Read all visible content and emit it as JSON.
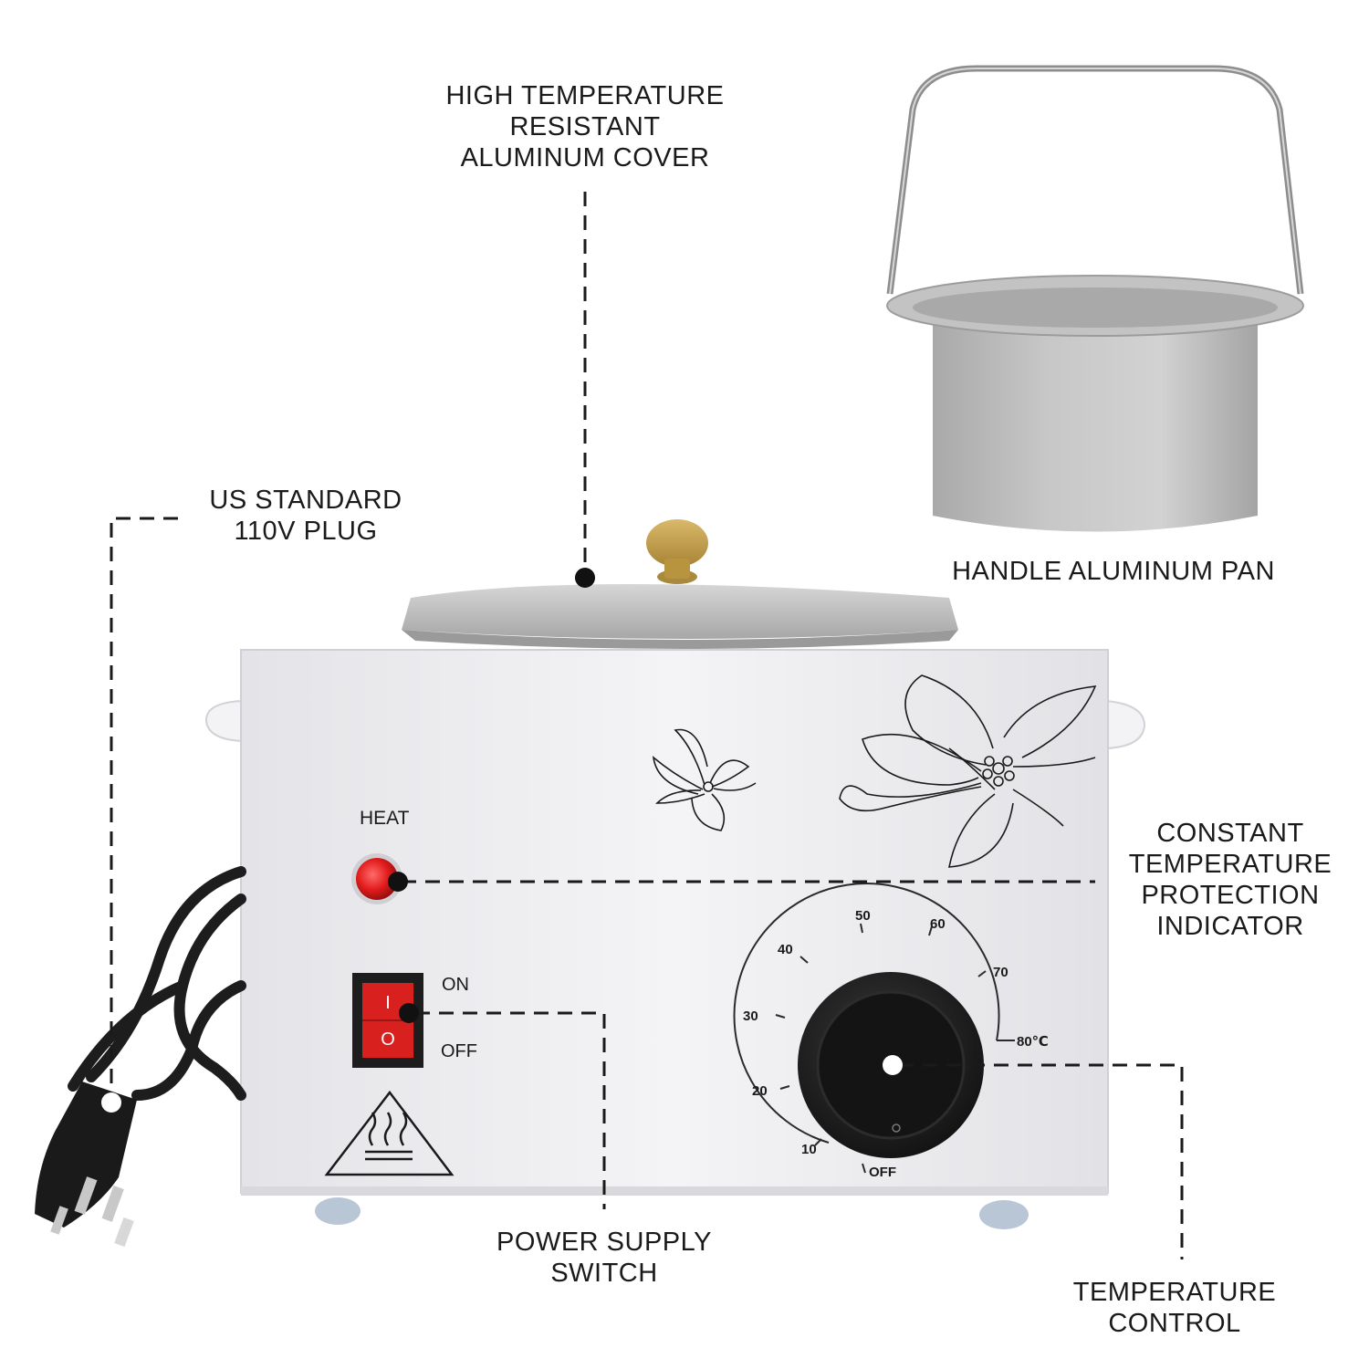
{
  "callouts": {
    "cover": [
      "HIGH TEMPERATURE",
      "RESISTANT",
      "ALUMINUM COVER"
    ],
    "plug": [
      "US STANDARD",
      "110V PLUG"
    ],
    "pan": [
      "HANDLE ALUMINUM PAN"
    ],
    "indicator": [
      "CONSTANT",
      "TEMPERATURE",
      "PROTECTION",
      "INDICATOR"
    ],
    "switch": [
      "POWER SUPPLY",
      "SWITCH"
    ],
    "control": [
      "TEMPERATURE",
      "CONTROL"
    ]
  },
  "panel": {
    "heat_label": "HEAT",
    "on_label": "ON",
    "off_label": "OFF",
    "switch_on_glyph": "I",
    "switch_off_glyph": "O"
  },
  "dial": {
    "ticks": [
      "OFF",
      "10",
      "20",
      "30",
      "40",
      "50",
      "60",
      "70",
      "80℃"
    ]
  },
  "colors": {
    "indicator_light": "#e21c1c",
    "switch": "#d8201f",
    "knob": "#1c1c1c",
    "lid_knob": "#c9a453",
    "aluminum": "#bdbdbd",
    "body": "#f2f2f4"
  }
}
